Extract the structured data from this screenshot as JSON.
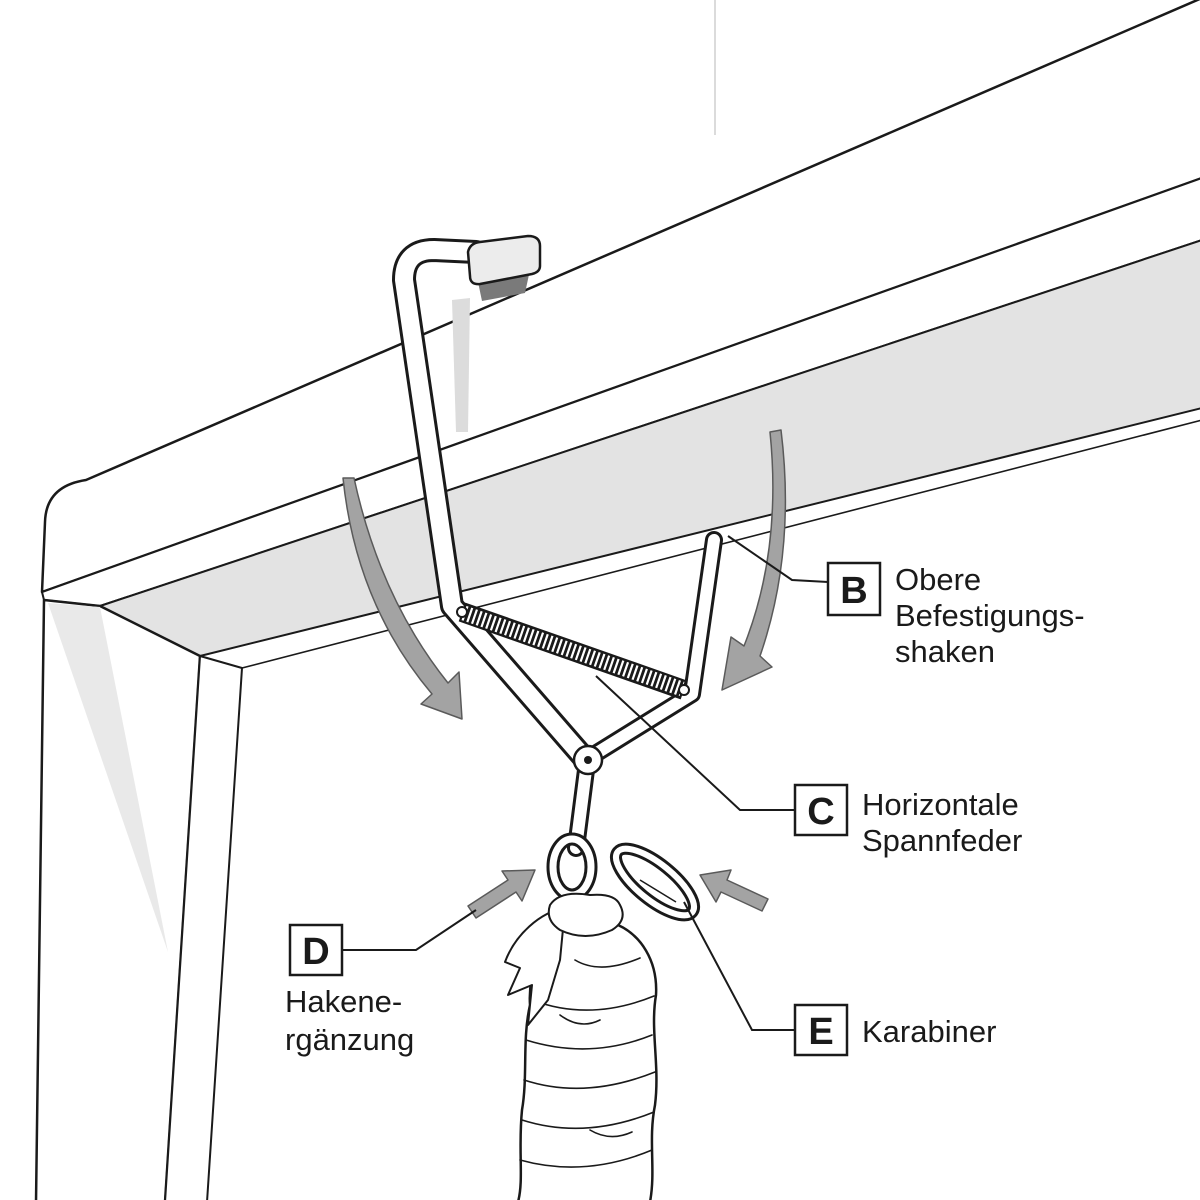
{
  "labels": {
    "b": {
      "letter": "B",
      "lines": [
        "Obere",
        "Befestigungs-",
        "shaken"
      ]
    },
    "c": {
      "letter": "C",
      "lines": [
        "Horizontale",
        "Spannfeder"
      ]
    },
    "d": {
      "letter": "D",
      "lines": [
        "Hakene-",
        "rgänzung"
      ]
    },
    "e": {
      "letter": "E",
      "lines": [
        "Karabiner"
      ]
    }
  },
  "colors": {
    "line": "#1a1a1a",
    "arrow": "#a3a3a3",
    "under": "#e3e3e3",
    "shade": "#e9e9e9",
    "paper": "#ffffff"
  }
}
